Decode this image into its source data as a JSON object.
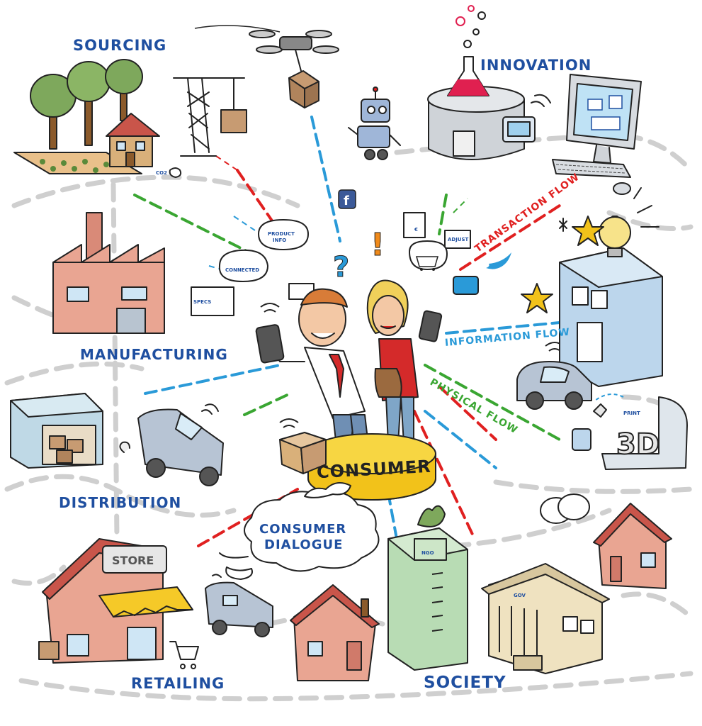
{
  "labels": {
    "sourcing": "SOURCING",
    "innovation": "INNOVATION",
    "manufacturing": "MANUFACTURING",
    "distribution": "DISTRIBUTION",
    "retailing": "RETAILING",
    "society": "SOCIETY",
    "consumer": "CONSUMER",
    "consumer_dialogue_line1": "CONSUMER",
    "consumer_dialogue_line2": "DIALOGUE"
  },
  "flows": {
    "transaction": "TRANSACTION FLOW",
    "information": "INFORMATION FLOW",
    "physical": "PHYSICAL FLOW"
  },
  "small_text": {
    "store": "STORE",
    "ngo": "NGO",
    "gov": "GOV",
    "print": "PRINT",
    "three_d": "3D",
    "specs": "SPECS",
    "connected": "CONNECTED",
    "product_info_1": "PRODUCT",
    "product_info_2": "INFO",
    "adjust": "ADJUST",
    "co2": "CO2",
    "euro": "€"
  },
  "colors": {
    "label_blue": "#1f4fa0",
    "transaction_red": "#e02020",
    "information_blue": "#2a9ad8",
    "physical_green": "#3aa632",
    "pedestal_yellow": "#f2c21a",
    "path_gray": "#c8c8c8"
  },
  "icons": [
    "facebook-icon",
    "twitter-icon",
    "question-mark-icon",
    "exclamation-icon",
    "wifi-icon",
    "star-icon",
    "lightbulb-icon",
    "drone-icon",
    "robot-icon",
    "crane-icon",
    "flask-icon",
    "computer-icon",
    "shopping-cart-icon"
  ]
}
